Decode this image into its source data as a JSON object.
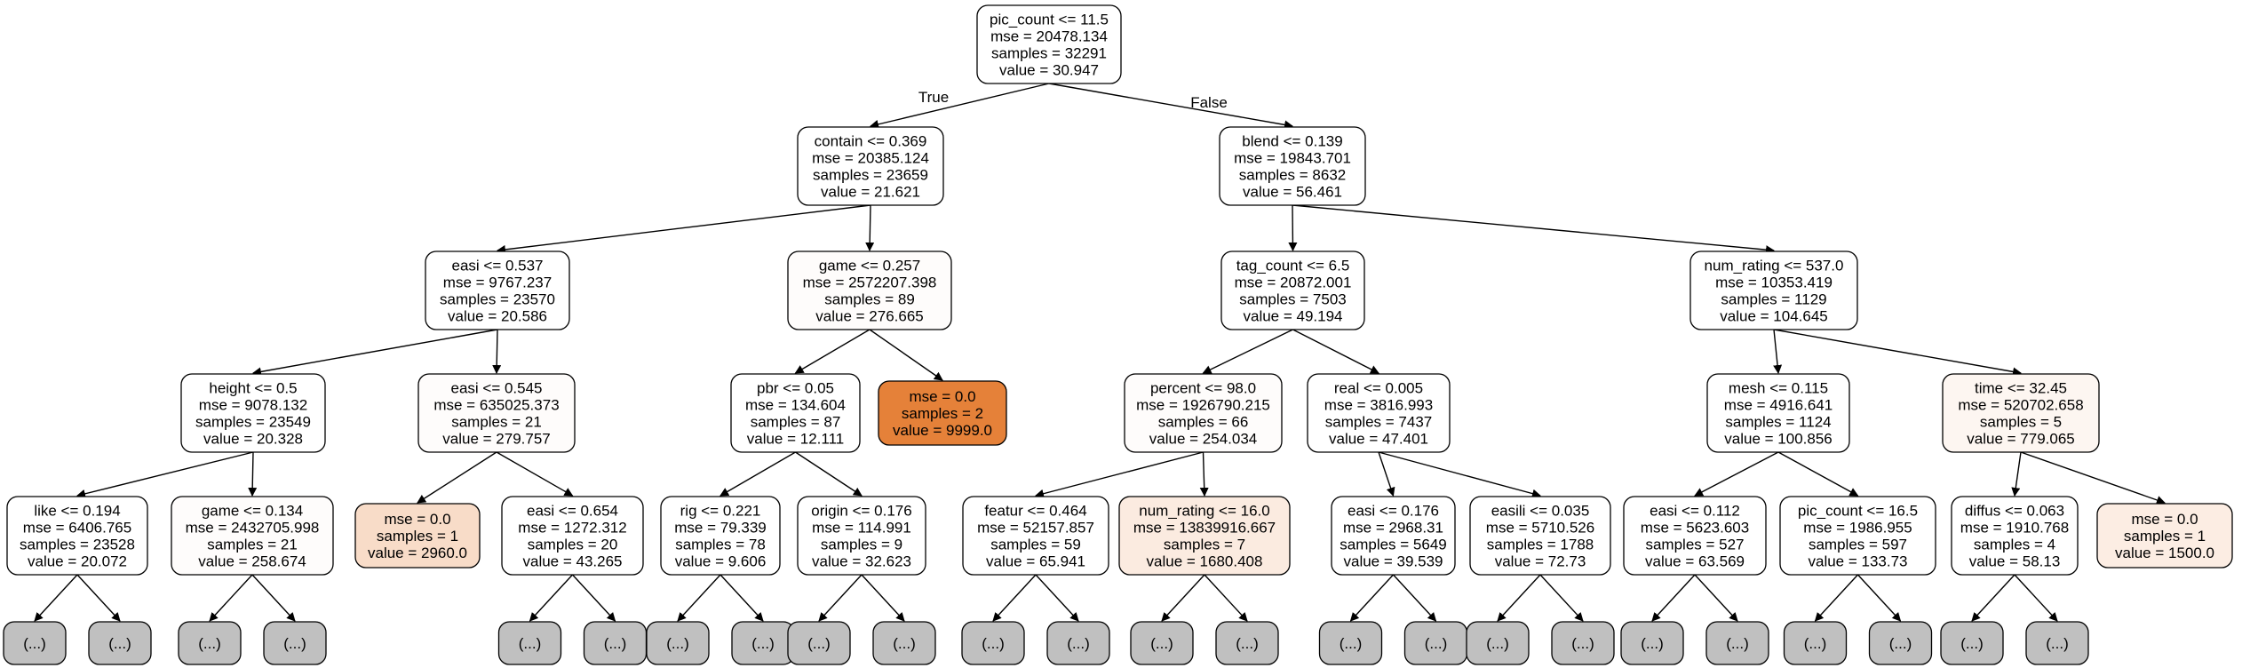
{
  "nodes": [
    {
      "id": "n0",
      "lines": [
        "pic_count <= 11.5",
        "mse = 20478.134",
        "samples = 32291",
        "value = 30.947"
      ],
      "fill": "#ffffff"
    },
    {
      "id": "n1",
      "lines": [
        "contain <= 0.369",
        "mse = 20385.124",
        "samples = 23659",
        "value = 21.621"
      ],
      "fill": "#ffffff"
    },
    {
      "id": "n2",
      "lines": [
        "blend <= 0.139",
        "mse = 19843.701",
        "samples = 8632",
        "value = 56.461"
      ],
      "fill": "#ffffff"
    },
    {
      "id": "n3",
      "lines": [
        "easi <= 0.537",
        "mse = 9767.237",
        "samples = 23570",
        "value = 20.586"
      ],
      "fill": "#ffffff"
    },
    {
      "id": "n4",
      "lines": [
        "game <= 0.257",
        "mse = 2572207.398",
        "samples = 89",
        "value = 276.665"
      ],
      "fill": "#fefcfb"
    },
    {
      "id": "n5",
      "lines": [
        "tag_count <= 6.5",
        "mse = 20872.001",
        "samples = 7503",
        "value = 49.194"
      ],
      "fill": "#ffffff"
    },
    {
      "id": "n6",
      "lines": [
        "num_rating <= 537.0",
        "mse = 10353.419",
        "samples = 1129",
        "value = 104.645"
      ],
      "fill": "#ffffff"
    },
    {
      "id": "n7",
      "lines": [
        "height <= 0.5",
        "mse = 9078.132",
        "samples = 23549",
        "value = 20.328"
      ],
      "fill": "#ffffff"
    },
    {
      "id": "n8",
      "lines": [
        "easi <= 0.545",
        "mse = 635025.373",
        "samples = 21",
        "value = 279.757"
      ],
      "fill": "#fefcfb"
    },
    {
      "id": "n9",
      "lines": [
        "pbr <= 0.05",
        "mse = 134.604",
        "samples = 87",
        "value = 12.111"
      ],
      "fill": "#ffffff"
    },
    {
      "id": "n10",
      "lines": [
        "mse = 0.0",
        "samples = 2",
        "value = 9999.0"
      ],
      "fill": "#e58139"
    },
    {
      "id": "n11",
      "lines": [
        "percent <= 98.0",
        "mse = 1926790.215",
        "samples = 66",
        "value = 254.034"
      ],
      "fill": "#fefcfb"
    },
    {
      "id": "n12",
      "lines": [
        "real <= 0.005",
        "mse = 3816.993",
        "samples = 7437",
        "value = 47.401"
      ],
      "fill": "#ffffff"
    },
    {
      "id": "n13",
      "lines": [
        "mesh <= 0.115",
        "mse = 4916.641",
        "samples = 1124",
        "value = 100.856"
      ],
      "fill": "#ffffff"
    },
    {
      "id": "n14",
      "lines": [
        "time <= 32.45",
        "mse = 520702.658",
        "samples = 5",
        "value = 779.065"
      ],
      "fill": "#fdf6f1"
    },
    {
      "id": "n15",
      "lines": [
        "like <= 0.194",
        "mse = 6406.765",
        "samples = 23528",
        "value = 20.072"
      ],
      "fill": "#ffffff"
    },
    {
      "id": "n16",
      "lines": [
        "game <= 0.134",
        "mse = 2432705.998",
        "samples = 21",
        "value = 258.674"
      ],
      "fill": "#fefcfb"
    },
    {
      "id": "n17",
      "lines": [
        "mse = 0.0",
        "samples = 1",
        "value = 2960.0"
      ],
      "fill": "#f8dcc8"
    },
    {
      "id": "n18",
      "lines": [
        "easi <= 0.654",
        "mse = 1272.312",
        "samples = 20",
        "value = 43.265"
      ],
      "fill": "#ffffff"
    },
    {
      "id": "n19",
      "lines": [
        "rig <= 0.221",
        "mse = 79.339",
        "samples = 78",
        "value = 9.606"
      ],
      "fill": "#ffffff"
    },
    {
      "id": "n20",
      "lines": [
        "origin <= 0.176",
        "mse = 114.991",
        "samples = 9",
        "value = 32.623"
      ],
      "fill": "#ffffff"
    },
    {
      "id": "n21",
      "lines": [
        "featur <= 0.464",
        "mse = 52157.857",
        "samples = 59",
        "value = 65.941"
      ],
      "fill": "#ffffff"
    },
    {
      "id": "n22",
      "lines": [
        "num_rating <= 16.0",
        "mse = 13839916.667",
        "samples = 7",
        "value = 1680.408"
      ],
      "fill": "#fbebe0"
    },
    {
      "id": "n23",
      "lines": [
        "easi <= 0.176",
        "mse = 2968.31",
        "samples = 5649",
        "value = 39.539"
      ],
      "fill": "#ffffff"
    },
    {
      "id": "n24",
      "lines": [
        "easili <= 0.035",
        "mse = 5710.526",
        "samples = 1788",
        "value = 72.73"
      ],
      "fill": "#ffffff"
    },
    {
      "id": "n25",
      "lines": [
        "easi <= 0.112",
        "mse = 5623.603",
        "samples = 527",
        "value = 63.569"
      ],
      "fill": "#ffffff"
    },
    {
      "id": "n26",
      "lines": [
        "pic_count <= 16.5",
        "mse = 1986.955",
        "samples = 597",
        "value = 133.73"
      ],
      "fill": "#ffffff"
    },
    {
      "id": "n27",
      "lines": [
        "diffus <= 0.063",
        "mse = 1910.768",
        "samples = 4",
        "value = 58.13"
      ],
      "fill": "#ffffff"
    },
    {
      "id": "n28",
      "lines": [
        "mse = 0.0",
        "samples = 1",
        "value = 1500.0"
      ],
      "fill": "#fcede3"
    }
  ],
  "truncated_label": "(...)",
  "truncated_fill": "#c0c0c0",
  "edge_labels": {
    "true": "True",
    "false": "False"
  },
  "edges": [
    [
      "n0",
      "n1"
    ],
    [
      "n0",
      "n2"
    ],
    [
      "n1",
      "n3"
    ],
    [
      "n1",
      "n4"
    ],
    [
      "n2",
      "n5"
    ],
    [
      "n2",
      "n6"
    ],
    [
      "n3",
      "n7"
    ],
    [
      "n3",
      "n8"
    ],
    [
      "n4",
      "n9"
    ],
    [
      "n4",
      "n10"
    ],
    [
      "n5",
      "n11"
    ],
    [
      "n5",
      "n12"
    ],
    [
      "n6",
      "n13"
    ],
    [
      "n6",
      "n14"
    ],
    [
      "n7",
      "n15"
    ],
    [
      "n7",
      "n16"
    ],
    [
      "n8",
      "n17"
    ],
    [
      "n8",
      "n18"
    ],
    [
      "n9",
      "n19"
    ],
    [
      "n9",
      "n20"
    ],
    [
      "n11",
      "n21"
    ],
    [
      "n11",
      "n22"
    ],
    [
      "n12",
      "n23"
    ],
    [
      "n12",
      "n24"
    ],
    [
      "n13",
      "n25"
    ],
    [
      "n13",
      "n26"
    ],
    [
      "n14",
      "n27"
    ],
    [
      "n14",
      "n28"
    ]
  ],
  "truncated_parents": [
    "n15",
    "n16",
    "n18",
    "n19",
    "n20",
    "n21",
    "n22",
    "n23",
    "n24",
    "n25",
    "n26",
    "n27"
  ]
}
